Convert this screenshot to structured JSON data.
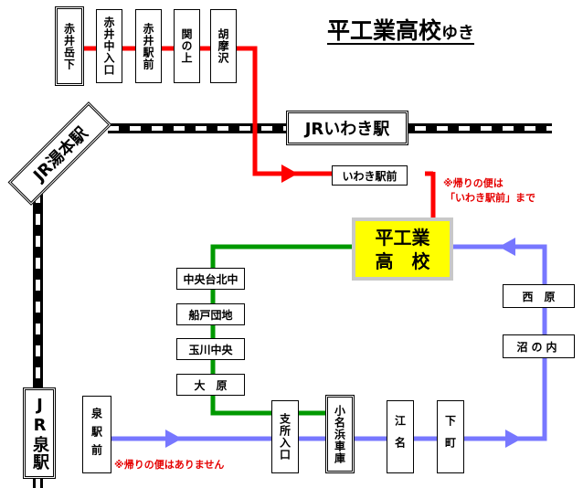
{
  "title": {
    "main": "平工業高校",
    "suffix": "ゆき"
  },
  "jr_stations": {
    "iwaki": "JRいわき駅",
    "yumoto": "JR湯本駅",
    "izumi": "JR泉駅"
  },
  "destination": {
    "line1": "平工業",
    "line2": "高　校"
  },
  "red_route_stops": [
    "赤井岳下",
    "赤井中入口",
    "赤井駅前",
    "関の上",
    "胡摩沢",
    "いわき駅前"
  ],
  "green_route_stops": [
    "中央台北中",
    "船戸団地",
    "玉川中央",
    "大　原"
  ],
  "blue_route_stops": [
    "泉駅前",
    "支所入口",
    "小名浜車庫",
    "江名",
    "下町",
    "沼の内",
    "西　原"
  ],
  "notes": {
    "red_line1": "※帰りの便は",
    "red_line2": "「いわき駅前」まで",
    "blue": "※帰りの便はありません"
  },
  "colors": {
    "red": "#ff0000",
    "green": "#009900",
    "blue": "#7777ff",
    "destination": "#ffff00"
  }
}
